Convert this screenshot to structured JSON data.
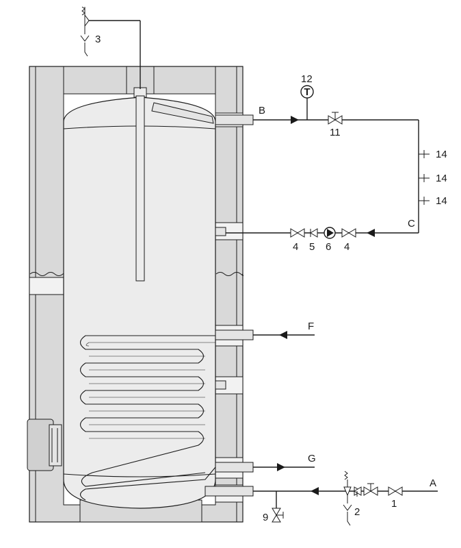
{
  "connections": {
    "A": "A",
    "B": "B",
    "C": "C",
    "F": "F",
    "G": "G"
  },
  "components": {
    "c1": "1",
    "c2": "2",
    "c3": "3",
    "c4a": "4",
    "c4b": "4",
    "c5": "5",
    "c6": "6",
    "c9": "9",
    "c11": "11",
    "c12": "12",
    "c14a": "14",
    "c14b": "14",
    "c14c": "14"
  },
  "thermometer_symbol": "T"
}
